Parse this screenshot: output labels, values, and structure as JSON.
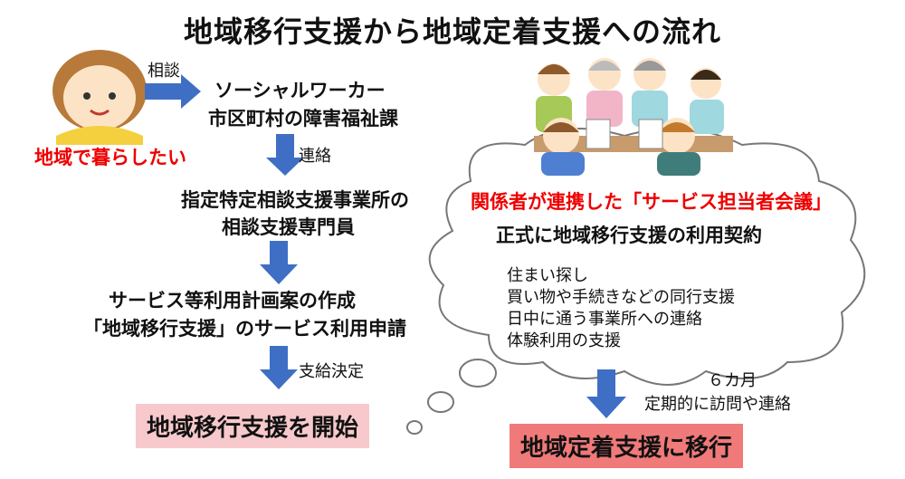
{
  "title": "地域移行支援から地域定着支援への流れ",
  "left_flow": {
    "consult_label": "相談",
    "person_caption": "地域で暮らしたい",
    "worker_line1": "ソーシャルワーカー",
    "worker_line2": "市区町村の障害福祉課",
    "contact_label": "連絡",
    "specialist_line1": "指定特定相談支援事業所の",
    "specialist_line2": "相談支援専門員",
    "plan_line1": "サービス等利用計画案の作成",
    "plan_line2": "「地域移行支援」のサービス利用申請",
    "decision_label": "支給決定",
    "start_box": "地域移行支援を開始"
  },
  "right_flow": {
    "meeting_title": "関係者が連携した「サービス担当者会議」",
    "contract": "正式に地域移行支援の利用契約",
    "support_items": [
      "住まい探し",
      "買い物や手続きなどの同行支援",
      "日中に通う事業所への連絡",
      "体験利用の支援"
    ],
    "duration": "６カ月",
    "visits": "定期的に訪問や連絡",
    "transition_box": "地域定着支援に移行"
  },
  "colors": {
    "arrow_blue": "#3f6fc4",
    "pink_box": "#f7c9cc",
    "red_box": "#f07a7a",
    "red_text": "#ee0000"
  }
}
